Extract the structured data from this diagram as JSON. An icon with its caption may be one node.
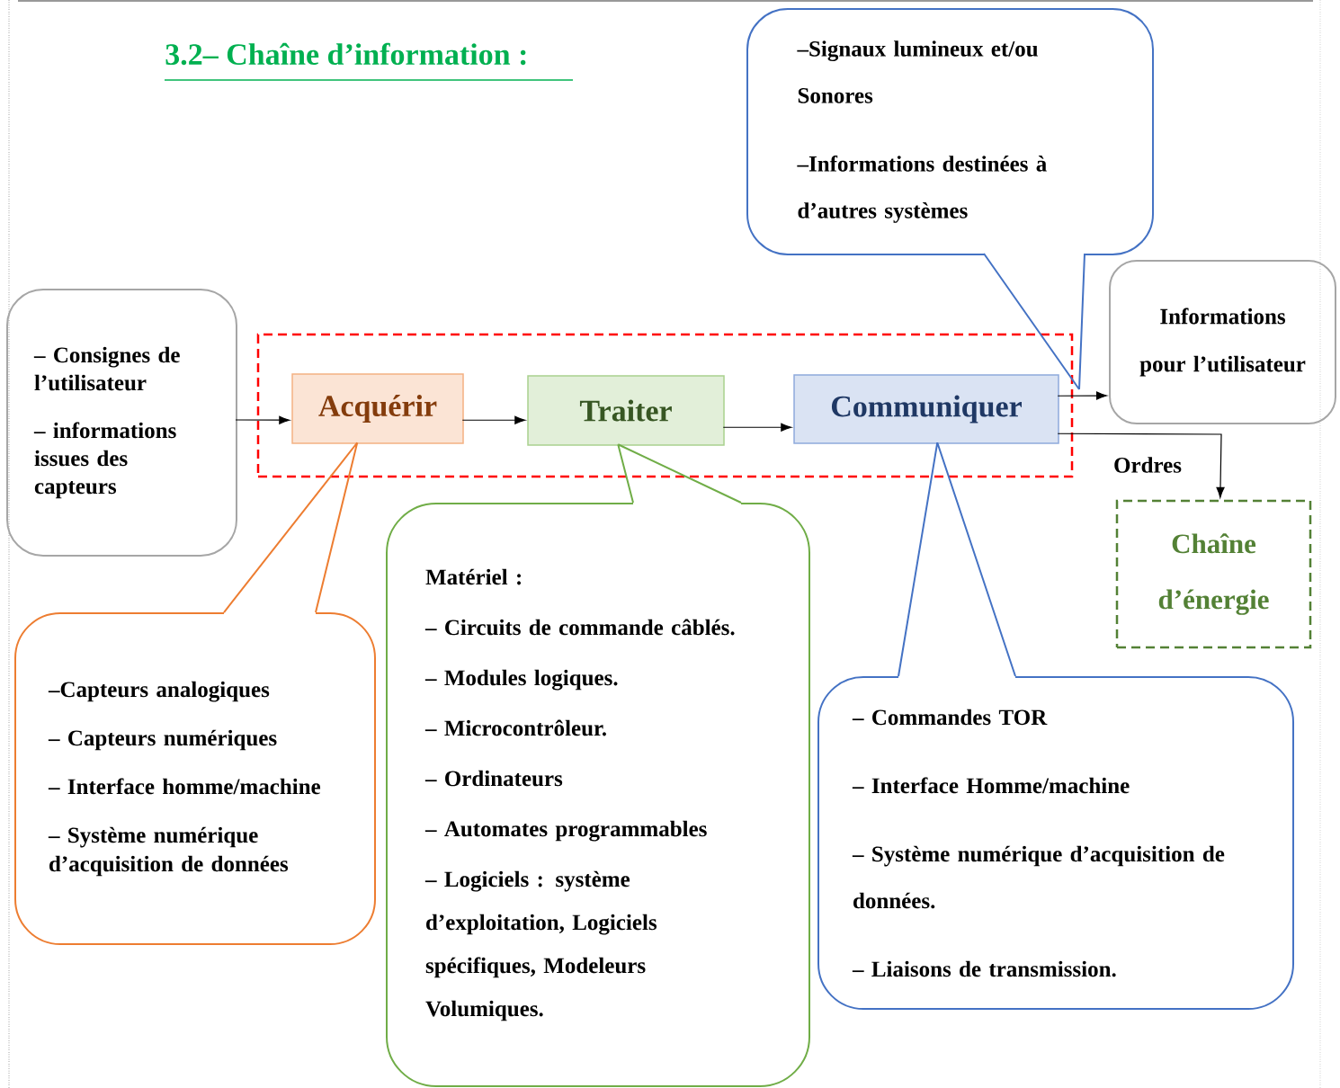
{
  "diagram": {
    "title": "3.2– Chaîne d’information :",
    "nodes": [
      {
        "text": [
          "– Consignes de l’utilisateur",
          "– informations issues des capteurs"
        ]
      },
      {
        "text": [],
        "shape": "box"
      },
      {
        "text": [
          "Acquérir"
        ],
        "in": 1
      },
      {
        "text": [
          "Traiter"
        ],
        "in": 1
      },
      {
        "text": [
          "Communiquer"
        ],
        "in": 1
      },
      {
        "text": [
          "–Signaux lumineux et/ou Sonores",
          "–Informations destinées à d’autres systèmes"
        ]
      },
      {
        "text": [
          "Informations pour l’utilisateur"
        ]
      },
      {
        "text": [
          "Chaîne d’énergie"
        ]
      },
      {
        "text": [
          "–Capteurs analogiques",
          "– Capteurs numériques",
          "– Interface homme/machine",
          "– Système numérique d’acquisition de données"
        ]
      },
      {
        "text": [
          "Matériel :",
          "– Circuits de commande câblés.",
          "– Modules logiques.",
          "– Microcontrôleur.",
          "– Ordinateurs",
          "– Automates programmables",
          "– Logiciels : système d’exploitation, Logiciels spécifiques, Modeleurs Volumiques."
        ]
      },
      {
        "text": [
          "– Commandes TOR",
          "– Interface Homme/machine",
          "– Système numérique d’acquisition de données.",
          "– Liaisons de transmission."
        ]
      }
    ],
    "edges": [
      {
        "from": 0,
        "to": 2,
        "arrow": "to"
      },
      {
        "from": 2,
        "to": 3,
        "arrow": "to"
      },
      {
        "from": 3,
        "to": 4,
        "arrow": "to"
      },
      {
        "from": 4,
        "to": 6,
        "arrow": "to"
      },
      {
        "from": 4,
        "to": 7,
        "arrow": "to",
        "label": "Ordres"
      },
      {
        "from": 8,
        "to": 2,
        "arrow": "none",
        "color": "#ed7d31"
      },
      {
        "from": 9,
        "to": 3,
        "arrow": "none",
        "color": "#70ad47"
      },
      {
        "from": 10,
        "to": 4,
        "arrow": "none",
        "color": "#4472c4"
      },
      {
        "from": 5,
        "to": null,
        "arrow": "none",
        "color": "#4472c4"
      }
    ]
  }
}
